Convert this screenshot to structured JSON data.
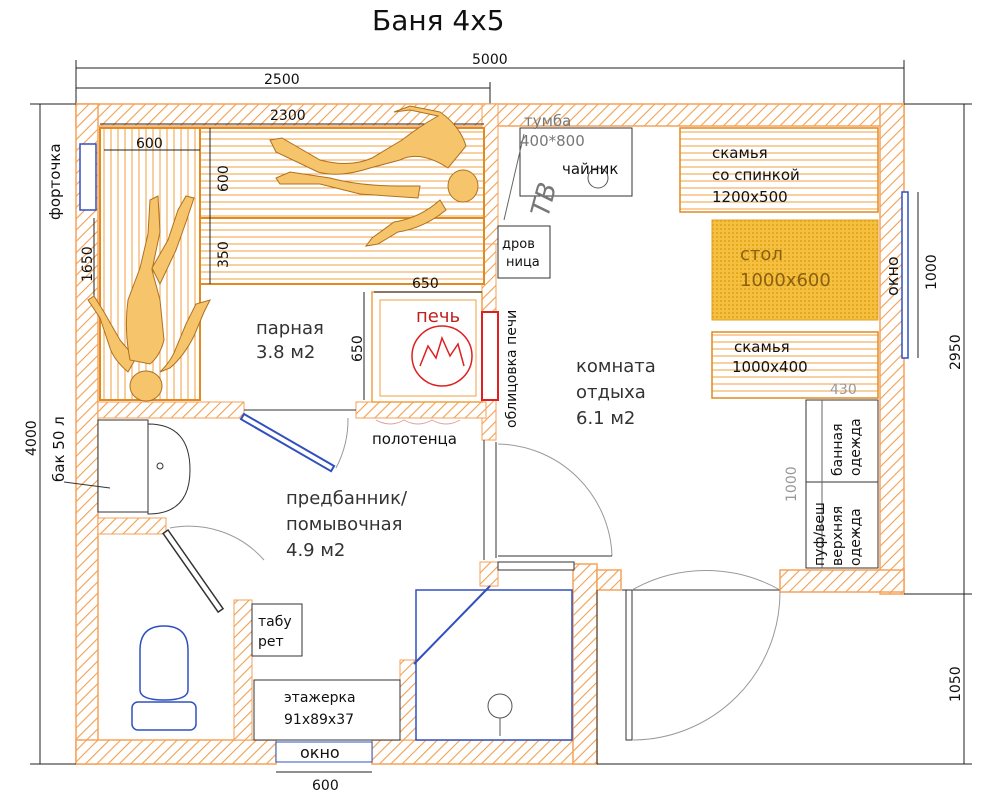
{
  "title": "Баня 4х5",
  "dims": {
    "total_width": "5000",
    "left_width": "2500",
    "bench_len": "2300",
    "bench_600": "600",
    "bench_600v": "600",
    "bench_350": "350",
    "sauna_1650": "1650",
    "stove_650w": "650",
    "stove_650h": "650",
    "total_height": "4000",
    "right_2950": "2950",
    "right_1050": "1050",
    "window_1000": "1000",
    "door_1000": "1000",
    "window_600": "600",
    "dim_430": "430"
  },
  "rooms": {
    "steam": {
      "name": "парная",
      "area": "3.8 м2"
    },
    "rest": {
      "name1": "комната",
      "name2": "отдыха",
      "area": "6.1 м2"
    },
    "wash": {
      "name1": "предбанник/",
      "name2": "помывочная",
      "area": "4.9 м2"
    }
  },
  "labels": {
    "fortochka": "форточка",
    "tumba1": "тумба",
    "tumba2": "400*800",
    "teapot": "чайник",
    "tv": "ТВ",
    "drov1": "дров",
    "drov2": "ница",
    "bench_back1": "скамья",
    "bench_back2": "со спинкой",
    "bench_back3": "1200х500",
    "table1": "стол",
    "table2": "1000х600",
    "window_right": "окно",
    "bench2_1": "скамья",
    "bench2_2": "1000х400",
    "stove": "печь",
    "stove_cladding": "облицовка печи",
    "towels": "полотенца",
    "tank": "бак 50 л",
    "bath_clothes1": "банная",
    "bath_clothes2": "одежда",
    "outer_clothes1": "пуф/веш",
    "outer_clothes2": "верхняя",
    "outer_clothes3": "одежда",
    "stool1": "табу",
    "stool2": "рет",
    "shelf1": "этажерка",
    "shelf2": "91х89х37",
    "window_bottom": "окно"
  },
  "colors": {
    "wall": "#f5a25a",
    "wood": "#f0a040",
    "table": "#f5c040",
    "person": "#f6c46a",
    "stove": "#e02020",
    "blue": "#3050c0"
  }
}
